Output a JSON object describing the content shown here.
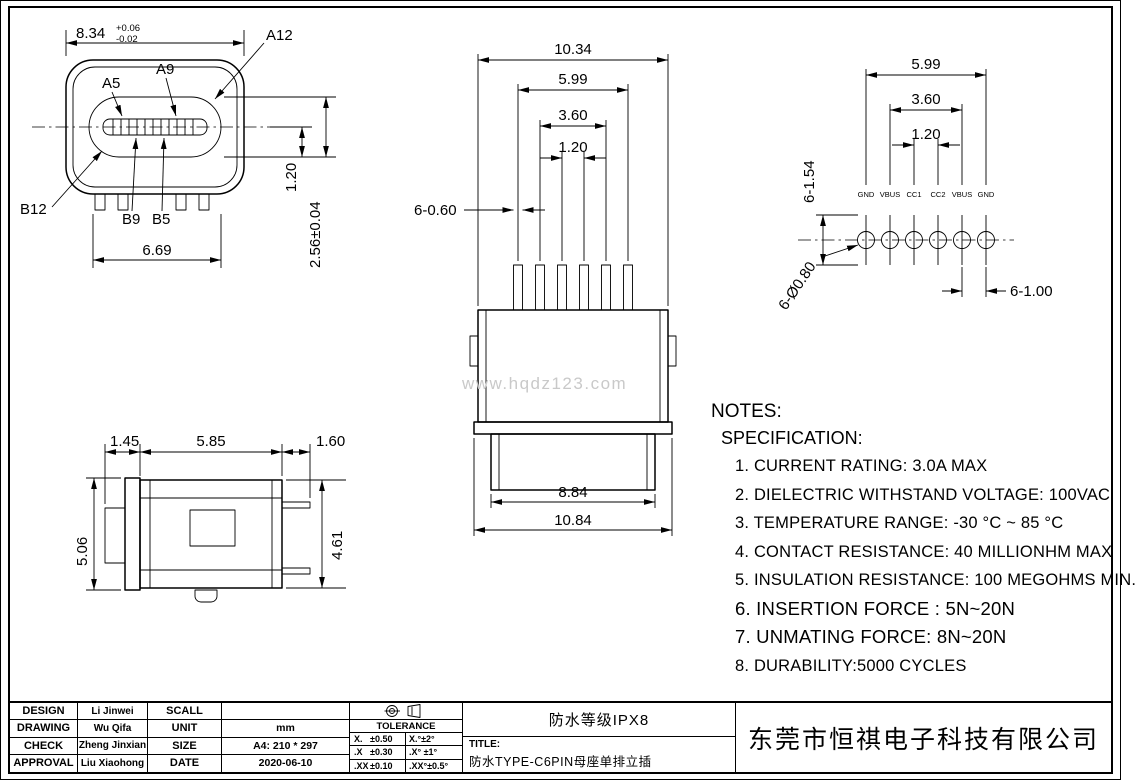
{
  "watermark": "www.hqdz123.com",
  "views": {
    "front": {
      "dim_width_top": "8.34",
      "tol_plus": "+0.06",
      "tol_minus": "-0.02",
      "label_a12": "A12",
      "label_a5": "A5",
      "label_a9": "A9",
      "label_b12": "B12",
      "label_b9": "B9",
      "label_b5": "B5",
      "dim_width_bottom": "6.69",
      "dim_leg": "1.20",
      "dim_height": "2.56±0.04"
    },
    "top": {
      "dim_body_width": "10.34",
      "dim_pin_span": "5.99",
      "dim_pin_inner": "3.60",
      "dim_pitch": "1.20",
      "dim_pin_width": "6-0.60",
      "dim_base_inner": "8.84",
      "dim_base_outer": "10.84"
    },
    "pins": {
      "dim_span": "5.99",
      "dim_inner": "3.60",
      "dim_pitch_top": "1.20",
      "dim_pad_len": "6-1.54",
      "pin_labels": [
        "GND",
        "VBUS",
        "CC1",
        "CC2",
        "VBUS",
        "GND"
      ],
      "dim_hole": "6-Ø0.80",
      "dim_pitch_bottom": "6-1.00"
    },
    "side": {
      "dim_left": "1.45",
      "dim_mid": "5.85",
      "dim_right": "1.60",
      "dim_height_left": "5.06",
      "dim_height_right": "4.61"
    }
  },
  "notes": {
    "heading": "NOTES:",
    "subheading": "SPECIFICATION:",
    "items": [
      "1. CURRENT RATING: 3.0A MAX",
      "2. DIELECTRIC WITHSTAND VOLTAGE: 100VAC",
      "3. TEMPERATURE RANGE: -30 °C ~ 85 °C",
      "4. CONTACT RESISTANCE: 40 MILLIONHM MAX",
      "5. INSULATION RESISTANCE: 100 MEGOHMS MIN.",
      "6. INSERTION FORCE : 5N~20N",
      "7. UNMATING FORCE: 8N~20N",
      "8. DURABILITY:5000 CYCLES"
    ]
  },
  "title_block": {
    "rows": [
      {
        "role": "DESIGN",
        "person": "Li Jinwei",
        "field": "SCALL",
        "value": ""
      },
      {
        "role": "DRAWING",
        "person": "Wu Qifa",
        "field": "UNIT",
        "value": "mm"
      },
      {
        "role": "CHECK",
        "person": "Zheng Jinxian",
        "field": "SIZE",
        "value": "A4: 210 * 297"
      },
      {
        "role": "APPROVAL",
        "person": "Liu Xiaohong",
        "field": "DATE",
        "value": "2020-06-10"
      }
    ],
    "tolerance": {
      "header": "TOLERANCE",
      "rows": [
        {
          "a": "X.",
          "b": "±0.50",
          "c": "X.°±2°"
        },
        {
          "a": ".X",
          "b": "±0.30",
          "c": ".X° ±1°"
        },
        {
          "a": ".XX",
          "b": "±0.10",
          "c": ".XX°±0.5°"
        }
      ]
    },
    "rating": "防水等级IPX8",
    "title_label": "TITLE:",
    "title_text": "防水TYPE-C6PIN母座单排立插",
    "company": "东莞市恒祺电子科技有限公司"
  }
}
